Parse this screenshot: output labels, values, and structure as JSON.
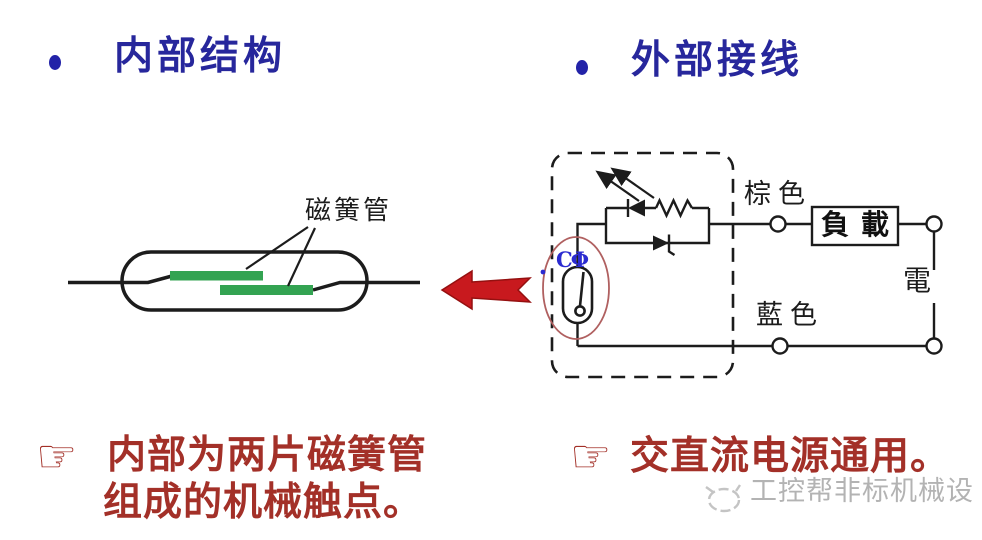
{
  "slide": {
    "titles": {
      "left": "内部结构",
      "right": "外部接线"
    },
    "internal": {
      "label": "磁簧管"
    },
    "wiring": {
      "annotation": "CΦ",
      "brown": "棕色",
      "blue": "藍色",
      "load": "負載",
      "power": "電"
    },
    "notes": {
      "icon": "☞",
      "left1": "内部为两片磁簧管",
      "left2": "组成的机械触点。",
      "right": "交直流电源通用。"
    },
    "watermark": {
      "text": "工控帮非标机械设"
    },
    "colors": {
      "title_navy": "#27279c",
      "note_red": "#a33028",
      "reed_green": "#33a352",
      "arrow_red": "#c8191e",
      "highlight_ellipse": "#b06060",
      "annotation_blue": "#2b2bd0",
      "line_black": "#1c1c1c",
      "watermark_gray": "#b3b3b3"
    }
  }
}
